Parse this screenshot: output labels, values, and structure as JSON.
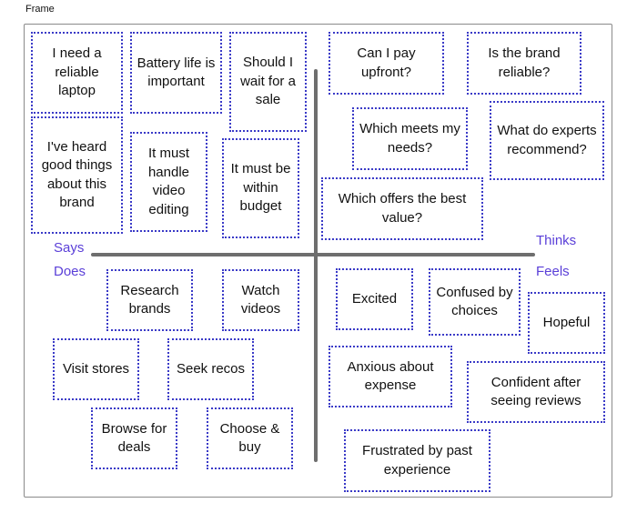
{
  "frame_label": "Frame",
  "quadrants": {
    "says": "Says",
    "thinks": "Thinks",
    "does": "Does",
    "feels": "Feels"
  },
  "colors": {
    "note_border": "#3a3ac7",
    "quadrant_label": "#5a3fd8",
    "axis": "#6e6e6e"
  },
  "notes": {
    "need_reliable_laptop": "I need a reliable laptop",
    "battery_life": "Battery life is important",
    "wait_for_sale": "Should I wait for a sale",
    "heard_good_things": "I've heard good things about this brand",
    "video_editing": "It must handle video editing",
    "within_budget": "It must be within budget",
    "pay_upfront": "Can I pay upfront?",
    "brand_reliable": "Is the brand reliable?",
    "meets_needs": "Which meets my needs?",
    "experts_recommend": "What do experts recommend?",
    "best_value": "Which offers the best value?",
    "research_brands": "Research brands",
    "watch_videos": "Watch videos",
    "visit_stores": "Visit stores",
    "seek_recos": "Seek recos",
    "browse_deals": "Browse for deals",
    "choose_buy": "Choose & buy",
    "excited": "Excited",
    "confused": "Confused by choices",
    "hopeful": "Hopeful",
    "anxious": "Anxious about expense",
    "confident": "Confident after seeing reviews",
    "frustrated": "Frustrated by past experience"
  }
}
